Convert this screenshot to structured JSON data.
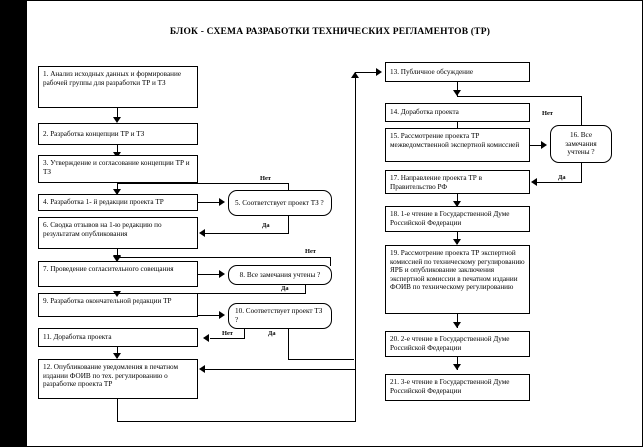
{
  "title": "БЛОК - СХЕМА  РАЗРАБОТКИ ТЕХНИЧЕСКИХ РЕГЛАМЕНТОВ (ТР)",
  "colors": {
    "background": "#ffffff",
    "stroke": "#000000",
    "text": "#000000",
    "band": "#000000"
  },
  "labels": {
    "yes": "Да",
    "no": "Нет"
  },
  "nodes": {
    "n1": {
      "id": "1",
      "text": "1. Анализ исходных данных и  формирование   рабочей группы  для разработки  ТР и ТЗ",
      "shape": "process"
    },
    "n2": {
      "id": "2",
      "text": "2.  Разработка концепции ТР и ТЗ",
      "shape": "process"
    },
    "n3": {
      "id": "3",
      "text": "3. Утверждение и согласование концепции  ТР и ТЗ",
      "shape": "process"
    },
    "n4": {
      "id": "4",
      "text": "4.  Разработка 1- й редакции проекта ТР",
      "shape": "process"
    },
    "n5": {
      "id": "5",
      "text": "5. Соответствует проект ТЗ ?",
      "shape": "decision"
    },
    "n6": {
      "id": "6",
      "text": "6.  Сводка отзывов на   1-ю редакцию  по результатам опубликования",
      "shape": "process"
    },
    "n7": {
      "id": "7",
      "text": "7. Проведение согласительного совещания",
      "shape": "process"
    },
    "n8": {
      "id": "8",
      "text": "8. Все замечания учтены ?",
      "shape": "decision"
    },
    "n9": {
      "id": "9",
      "text": "9. Разработка окончательной редакции ТР",
      "shape": "process"
    },
    "n10": {
      "id": "10",
      "text": "10.  Соответствует проект ТЗ ?",
      "shape": "decision"
    },
    "n11": {
      "id": "11",
      "text": "11.  Доработка проекта",
      "shape": "process"
    },
    "n12": {
      "id": "12",
      "text": "12.  Опубликование уведомления  в печатном  издании ФОИВ по тех. регулированию   о разработке проекта ТР",
      "shape": "process"
    },
    "n13": {
      "id": "13",
      "text": "13.  Публичное обсуждение",
      "shape": "process"
    },
    "n14": {
      "id": "14",
      "text": "14.  Доработка проекта",
      "shape": "process"
    },
    "n15": {
      "id": "15",
      "text": "15.  Рассмотрение проекта  ТР      межведомственной экспертной      комиссией",
      "shape": "process"
    },
    "n16": {
      "id": "16",
      "text": "16.  Все замечания учтены ?",
      "shape": "decision"
    },
    "n17": {
      "id": "17",
      "text": "17.  Направление проекта ТР в      Правительство РФ",
      "shape": "process"
    },
    "n18": {
      "id": "18",
      "text": "18. 1-е чтение в Государственной Думе  Российской Федерации",
      "shape": "process"
    },
    "n19": {
      "id": "19",
      "text": "19.  Рассмотрение проекта ТР экспертной комиссией по техническому регулированию ЯРБ и опубликование заключения экспертной комиссии в печатном издании ФОИВ по техническому  регулированию",
      "shape": "process"
    },
    "n20": {
      "id": "20",
      "text": "20.  2-е чтение в Государственной        Думе Российской Федерации",
      "shape": "process"
    },
    "n21": {
      "id": "21",
      "text": "21.  3-е чтение в Государственной Думе  Российской Федерации",
      "shape": "process"
    }
  },
  "branch_labels": {
    "b5_no": "Нет",
    "b5_yes": "Да",
    "b8_no": "Нет",
    "b8_yes": "Да",
    "b10_no": "Нет",
    "b10_yes": "Да",
    "b16_no": "Нет",
    "b16_yes": "Да"
  }
}
